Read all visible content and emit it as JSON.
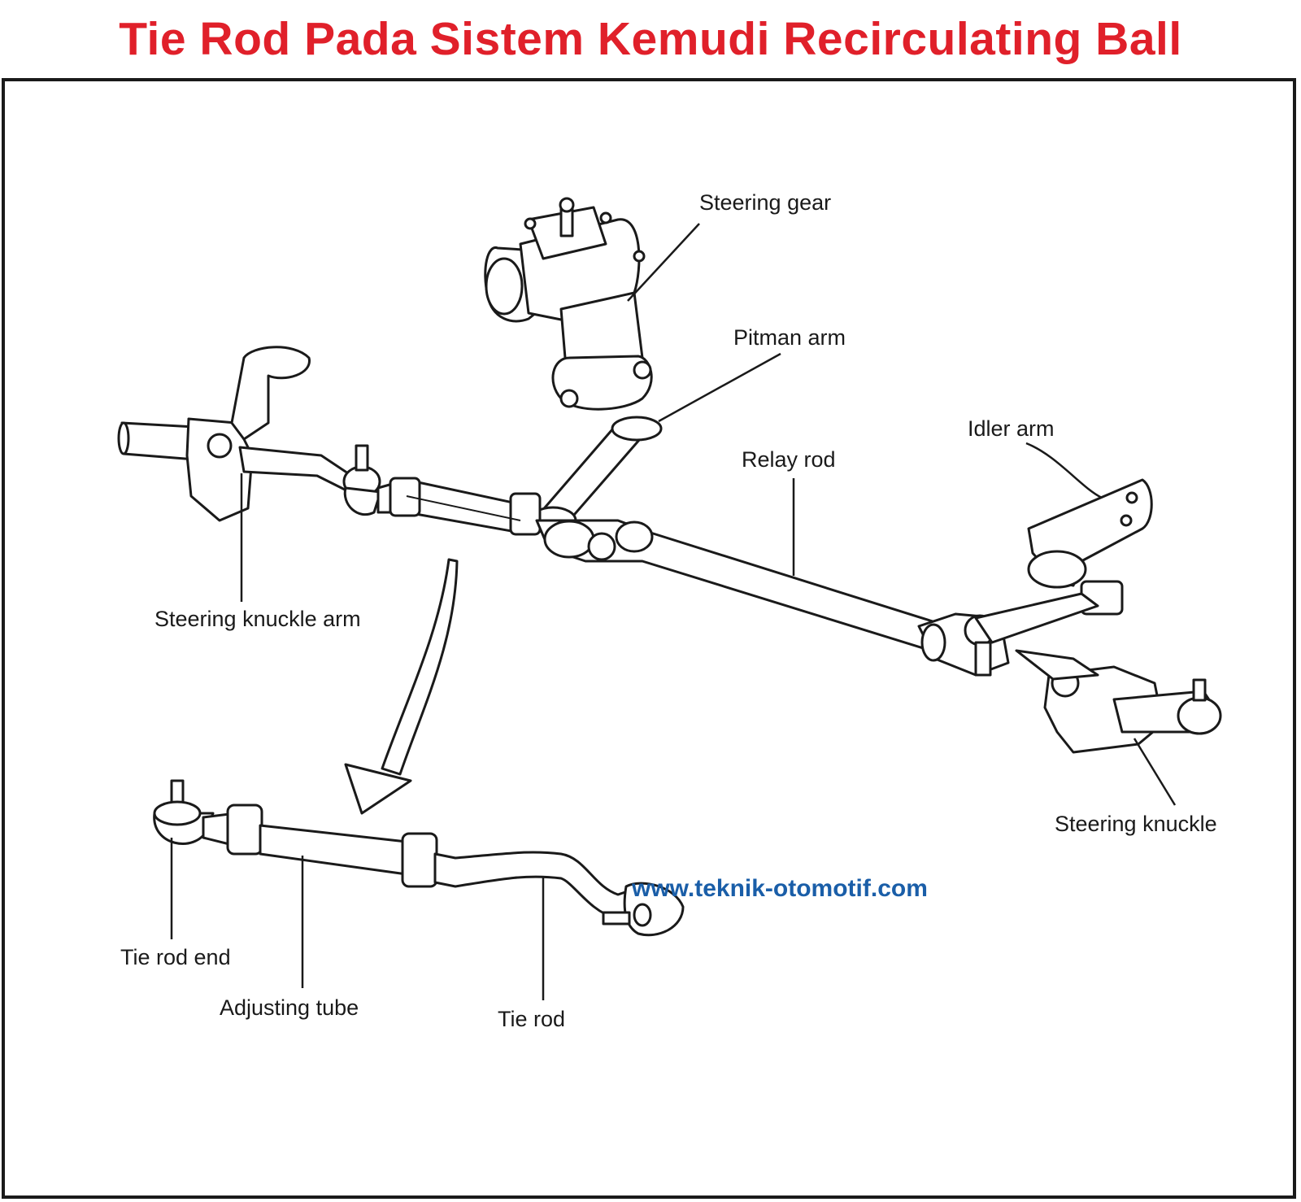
{
  "title": "Tie Rod Pada Sistem Kemudi Recirculating Ball",
  "colors": {
    "title": "#e0202a",
    "url": "#1a5ea8",
    "ink": "#1a1a1a"
  },
  "watermark": "www.teknik-otomotif.com",
  "labels": {
    "steering_gear": "Steering gear",
    "pitman_arm": "Pitman arm",
    "relay_rod": "Relay rod",
    "idler_arm": "Idler arm",
    "steering_knuckle_arm": "Steering knuckle arm",
    "steering_knuckle": "Steering knuckle",
    "tie_rod_end": "Tie rod end",
    "adjusting_tube": "Adjusting tube",
    "tie_rod": "Tie rod"
  }
}
